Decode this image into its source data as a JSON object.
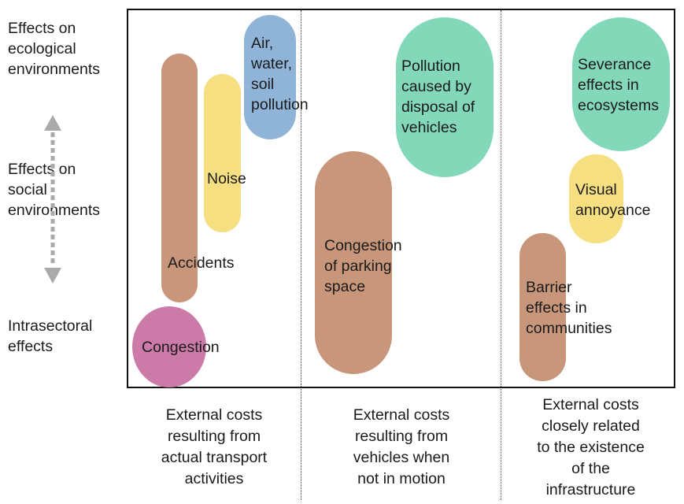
{
  "y_axis_labels": {
    "ecological": "Effects on\necological\nenvironments",
    "social": "Effects on\nsocial\nenvironments",
    "intrasectoral": "Intrasectoral\neffects"
  },
  "columns": [
    {
      "label": "External costs\nresulting from\nactual transport\nactivities"
    },
    {
      "label": "External costs\nresulting from\nvehicles when\nnot in motion"
    },
    {
      "label": "External costs\nclosely related\nto the existence\nof the\ninfrastructure"
    }
  ],
  "effects": {
    "air_pollution": "Air,\nwater,\nsoil\npollution",
    "noise": "Noise",
    "accidents": "Accidents",
    "congestion": "Congestion",
    "vehicle_disposal": "Pollution\ncaused by\ndisposal of\nvehicles",
    "parking": "Congestion\nof parking\nspace",
    "severance": "Severance\neffects in\necosystems",
    "visual": "Visual\nannoyance",
    "barrier": "Barrier\neffects in\ncommunities"
  },
  "colors": {
    "brown": "#c8967a",
    "yellow": "#f6df80",
    "blue": "#8fb4d8",
    "green": "#82d8b8",
    "pink": "#cc7aa8",
    "arrow": "#aaaaaa"
  }
}
